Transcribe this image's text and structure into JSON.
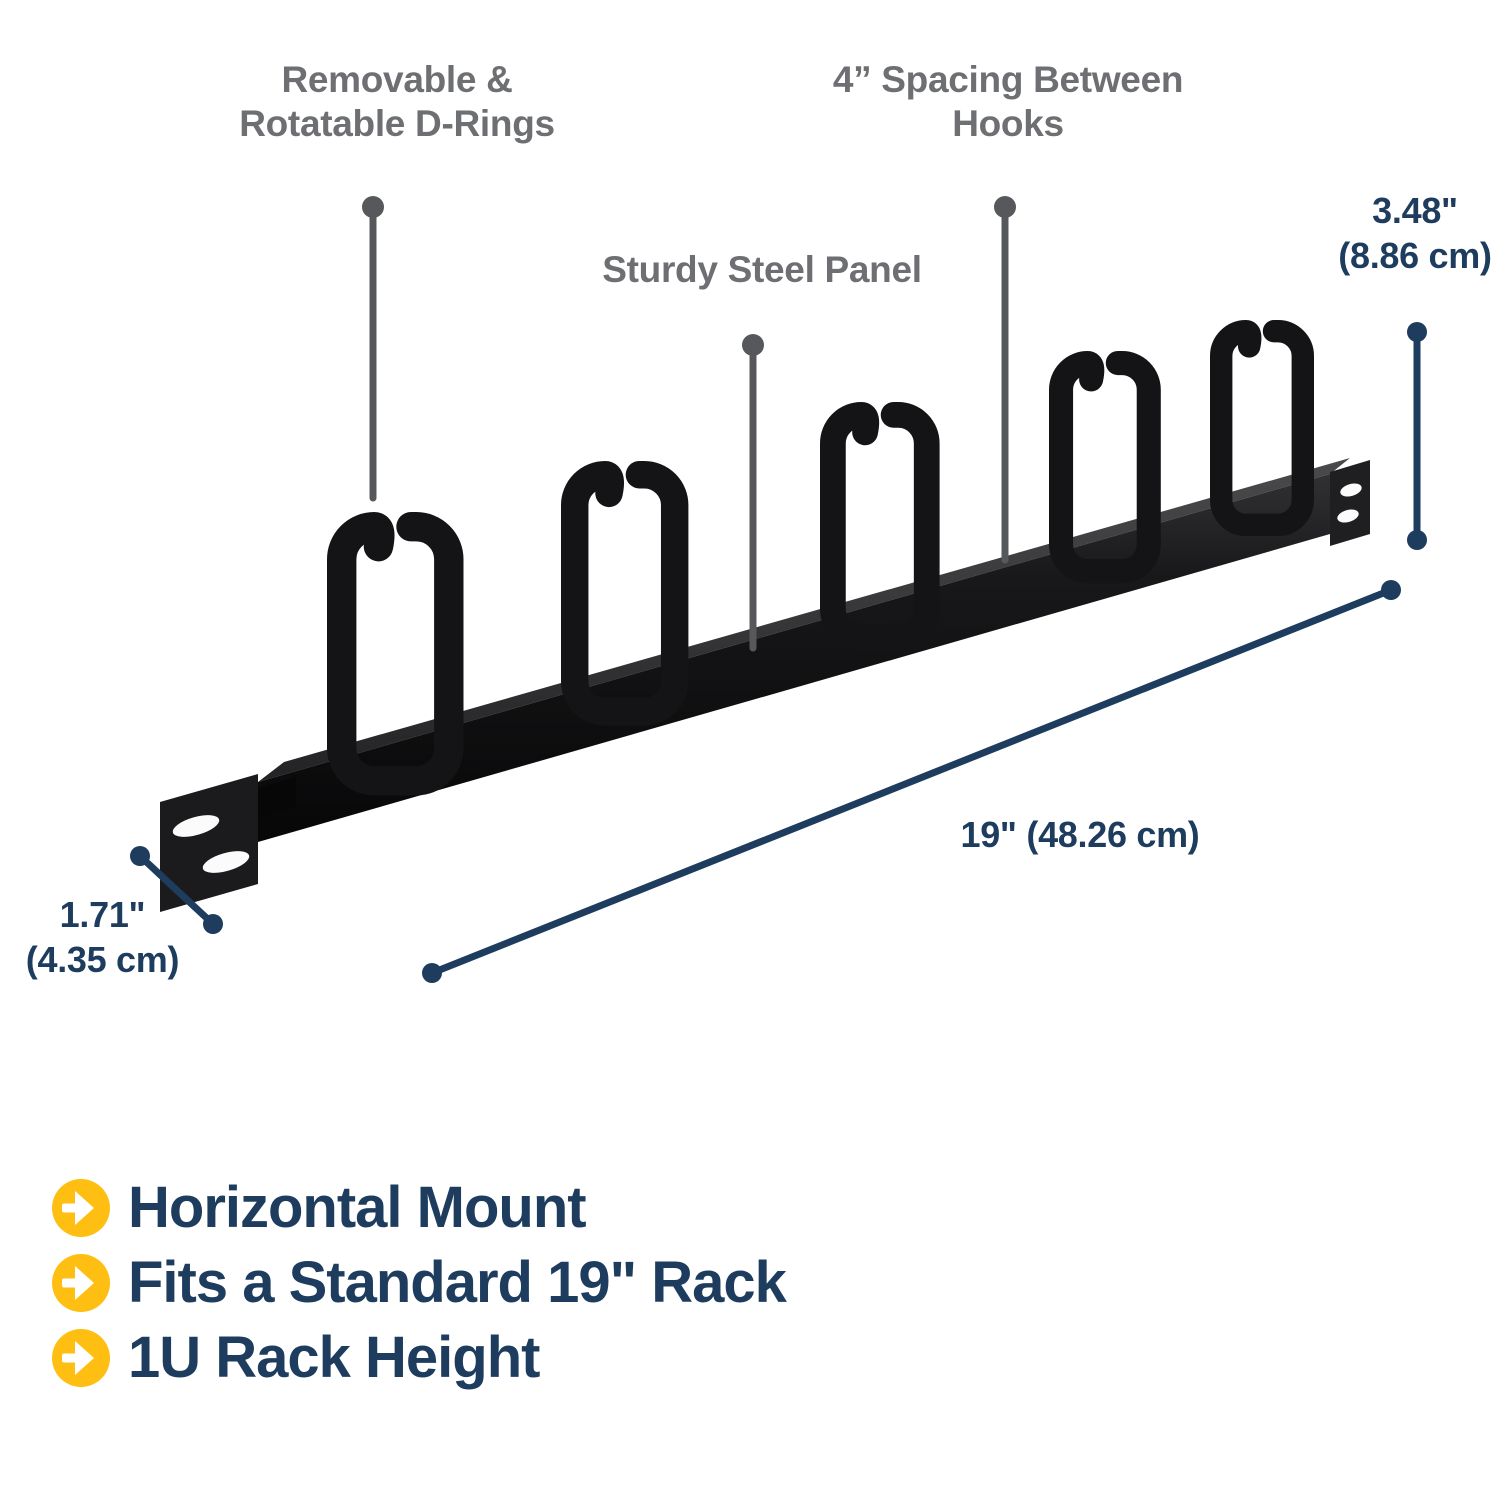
{
  "colors": {
    "navy": "#1d3c5e",
    "callout_gray_text": "#6e6f72",
    "callout_gray_line": "#56585c",
    "accent_yellow": "#ffbf12",
    "product_black": "#111112",
    "background": "#ffffff"
  },
  "callouts": {
    "d_rings": {
      "line1": "Removable &",
      "line2": "Rotatable D-Rings"
    },
    "spacing": {
      "line1": "4” Spacing Between",
      "line2": "Hooks"
    },
    "panel": {
      "label": "Sturdy Steel Panel"
    }
  },
  "dimensions": {
    "width": {
      "label": "19\" (48.26 cm)"
    },
    "depth": {
      "line1": "1.71\"",
      "line2": "(4.35 cm)"
    },
    "height": {
      "line1": "3.48\"",
      "line2": "(8.86 cm)"
    }
  },
  "features": {
    "items": [
      {
        "label": "Horizontal Mount"
      },
      {
        "label": "Fits a Standard 19\" Rack"
      },
      {
        "label": "1U Rack Height"
      }
    ]
  },
  "icons": {
    "feature_bullet": "arrow-right-circle-icon"
  }
}
